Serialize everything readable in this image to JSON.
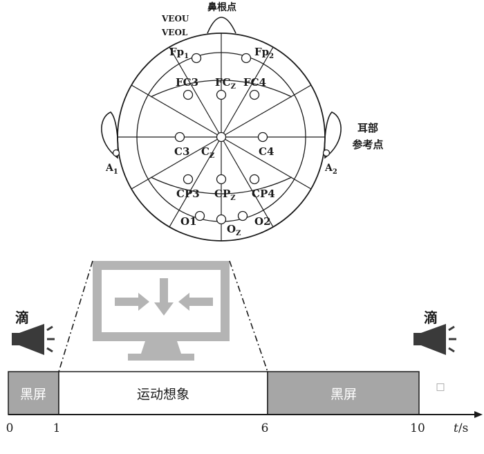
{
  "head": {
    "nose_label": "鼻根点",
    "veou_label": "VEOU",
    "veol_label": "VEOL",
    "ear_reference_label_line1": "耳部",
    "ear_reference_label_line2": "参考点",
    "electrodes": {
      "fp1": {
        "main": "Fp",
        "sub": "1"
      },
      "fp2": {
        "main": "Fp",
        "sub": "2"
      },
      "fc3": {
        "main": "FC3",
        "sub": ""
      },
      "fcz": {
        "main": "FC",
        "sub": "Z"
      },
      "fc4": {
        "main": "FC4",
        "sub": ""
      },
      "c3": {
        "main": "C3",
        "sub": ""
      },
      "cz": {
        "main": "C",
        "sub": "Z"
      },
      "c4": {
        "main": "C4",
        "sub": ""
      },
      "cp3": {
        "main": "CP3",
        "sub": ""
      },
      "cpz": {
        "main": "CP",
        "sub": "Z"
      },
      "cp4": {
        "main": "CP4",
        "sub": ""
      },
      "o1": {
        "main": "O1",
        "sub": ""
      },
      "oz": {
        "main": "O",
        "sub": "Z"
      },
      "o2": {
        "main": "O2",
        "sub": ""
      },
      "a1": {
        "main": "A",
        "sub": "1"
      },
      "a2": {
        "main": "A",
        "sub": "2"
      }
    }
  },
  "timeline": {
    "beep_label_start": "滴",
    "beep_label_end": "滴",
    "segments": [
      {
        "label": "黑屏",
        "start": 0,
        "end": 1
      },
      {
        "label": "运动想象",
        "start": 1,
        "end": 6
      },
      {
        "label": "黑屏",
        "start": 6,
        "end": 10
      }
    ],
    "ticks": [
      "0",
      "1",
      "6",
      "10"
    ],
    "axis_label_t": "t",
    "axis_label_unit": "/s",
    "small_square": "□"
  },
  "colors": {
    "gray_block": "#a6a6a6",
    "monitor_gray": "#b4b4b4",
    "arrow_gray": "#b4b4b4",
    "speaker_dark": "#3a3a3a",
    "line": "#1a1a1a"
  }
}
